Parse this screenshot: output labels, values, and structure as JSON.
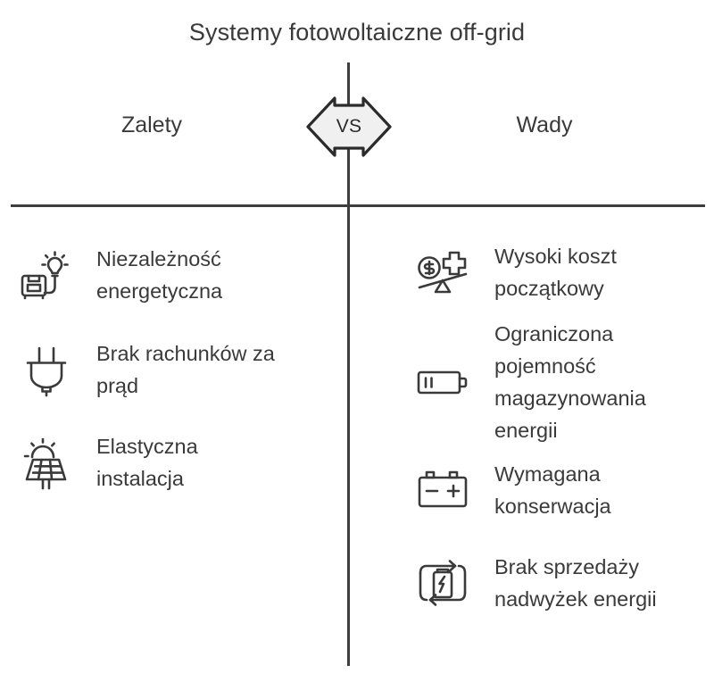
{
  "title": "Systemy fotowoltaiczne off-grid",
  "center": {
    "vs_label": "VS"
  },
  "columns": {
    "left": {
      "heading": "Zalety",
      "items": [
        {
          "icon": "generator-lightbulb-icon",
          "label": "Niezależność energetyczna"
        },
        {
          "icon": "power-plug-icon",
          "label": "Brak rachunków za prąd"
        },
        {
          "icon": "solar-panel-sun-icon",
          "label": "Elastyczna instalacja"
        }
      ]
    },
    "right": {
      "heading": "Wady",
      "items": [
        {
          "icon": "cost-balance-scale-icon",
          "label": "Wysoki koszt początkowy"
        },
        {
          "icon": "low-battery-icon",
          "label": "Ograniczona pojemność magazynowania energii"
        },
        {
          "icon": "car-battery-icon",
          "label": "Wymagana konserwacja"
        },
        {
          "icon": "battery-recycle-icon",
          "label": "Brak sprzedaży nadwyżek energii"
        }
      ]
    }
  },
  "colors": {
    "ink": "#3a3a3a",
    "line": "#3d3d3d",
    "badge_fill": "#f0f0f0",
    "background": "#ffffff"
  }
}
